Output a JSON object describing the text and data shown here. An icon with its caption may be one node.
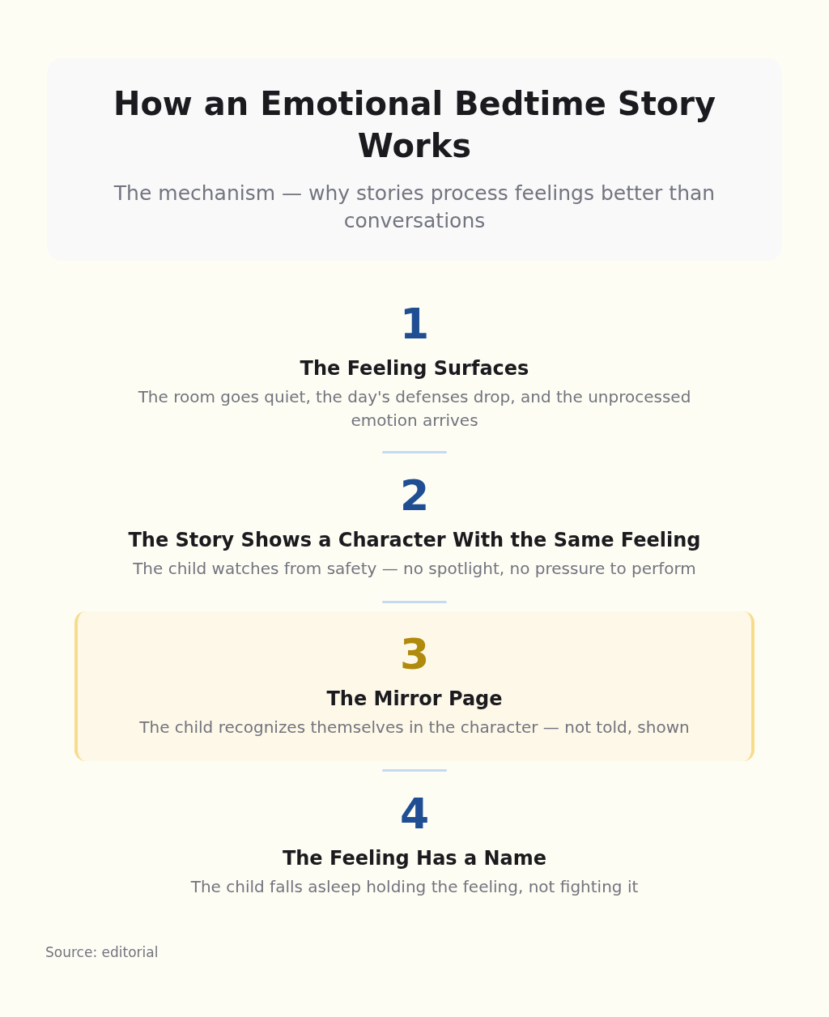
{
  "diagram": {
    "title": "How an Emotional Bedtime Story Works",
    "nodes": [
      {
        "text": [
          "1",
          "The Feeling Surfaces",
          "The room goes quiet, the day's defenses drop, and the unprocessed emotion arrives"
        ]
      },
      {
        "text": [
          "2",
          "The Story Shows a Character With the Same Feeling",
          "The child watches from safety — no spotlight, no pressure to perform"
        ]
      },
      {
        "text": [
          "3",
          "The Mirror Page",
          "The child recognizes themselves in the character — not told, shown"
        ]
      },
      {
        "text": [
          "4",
          "The Feeling Has a Name",
          "The child falls asleep holding the feeling, not fighting it"
        ]
      }
    ],
    "labels": [
      "The mechanism — why stories process feelings better than conversations",
      "Source: editorial"
    ]
  }
}
